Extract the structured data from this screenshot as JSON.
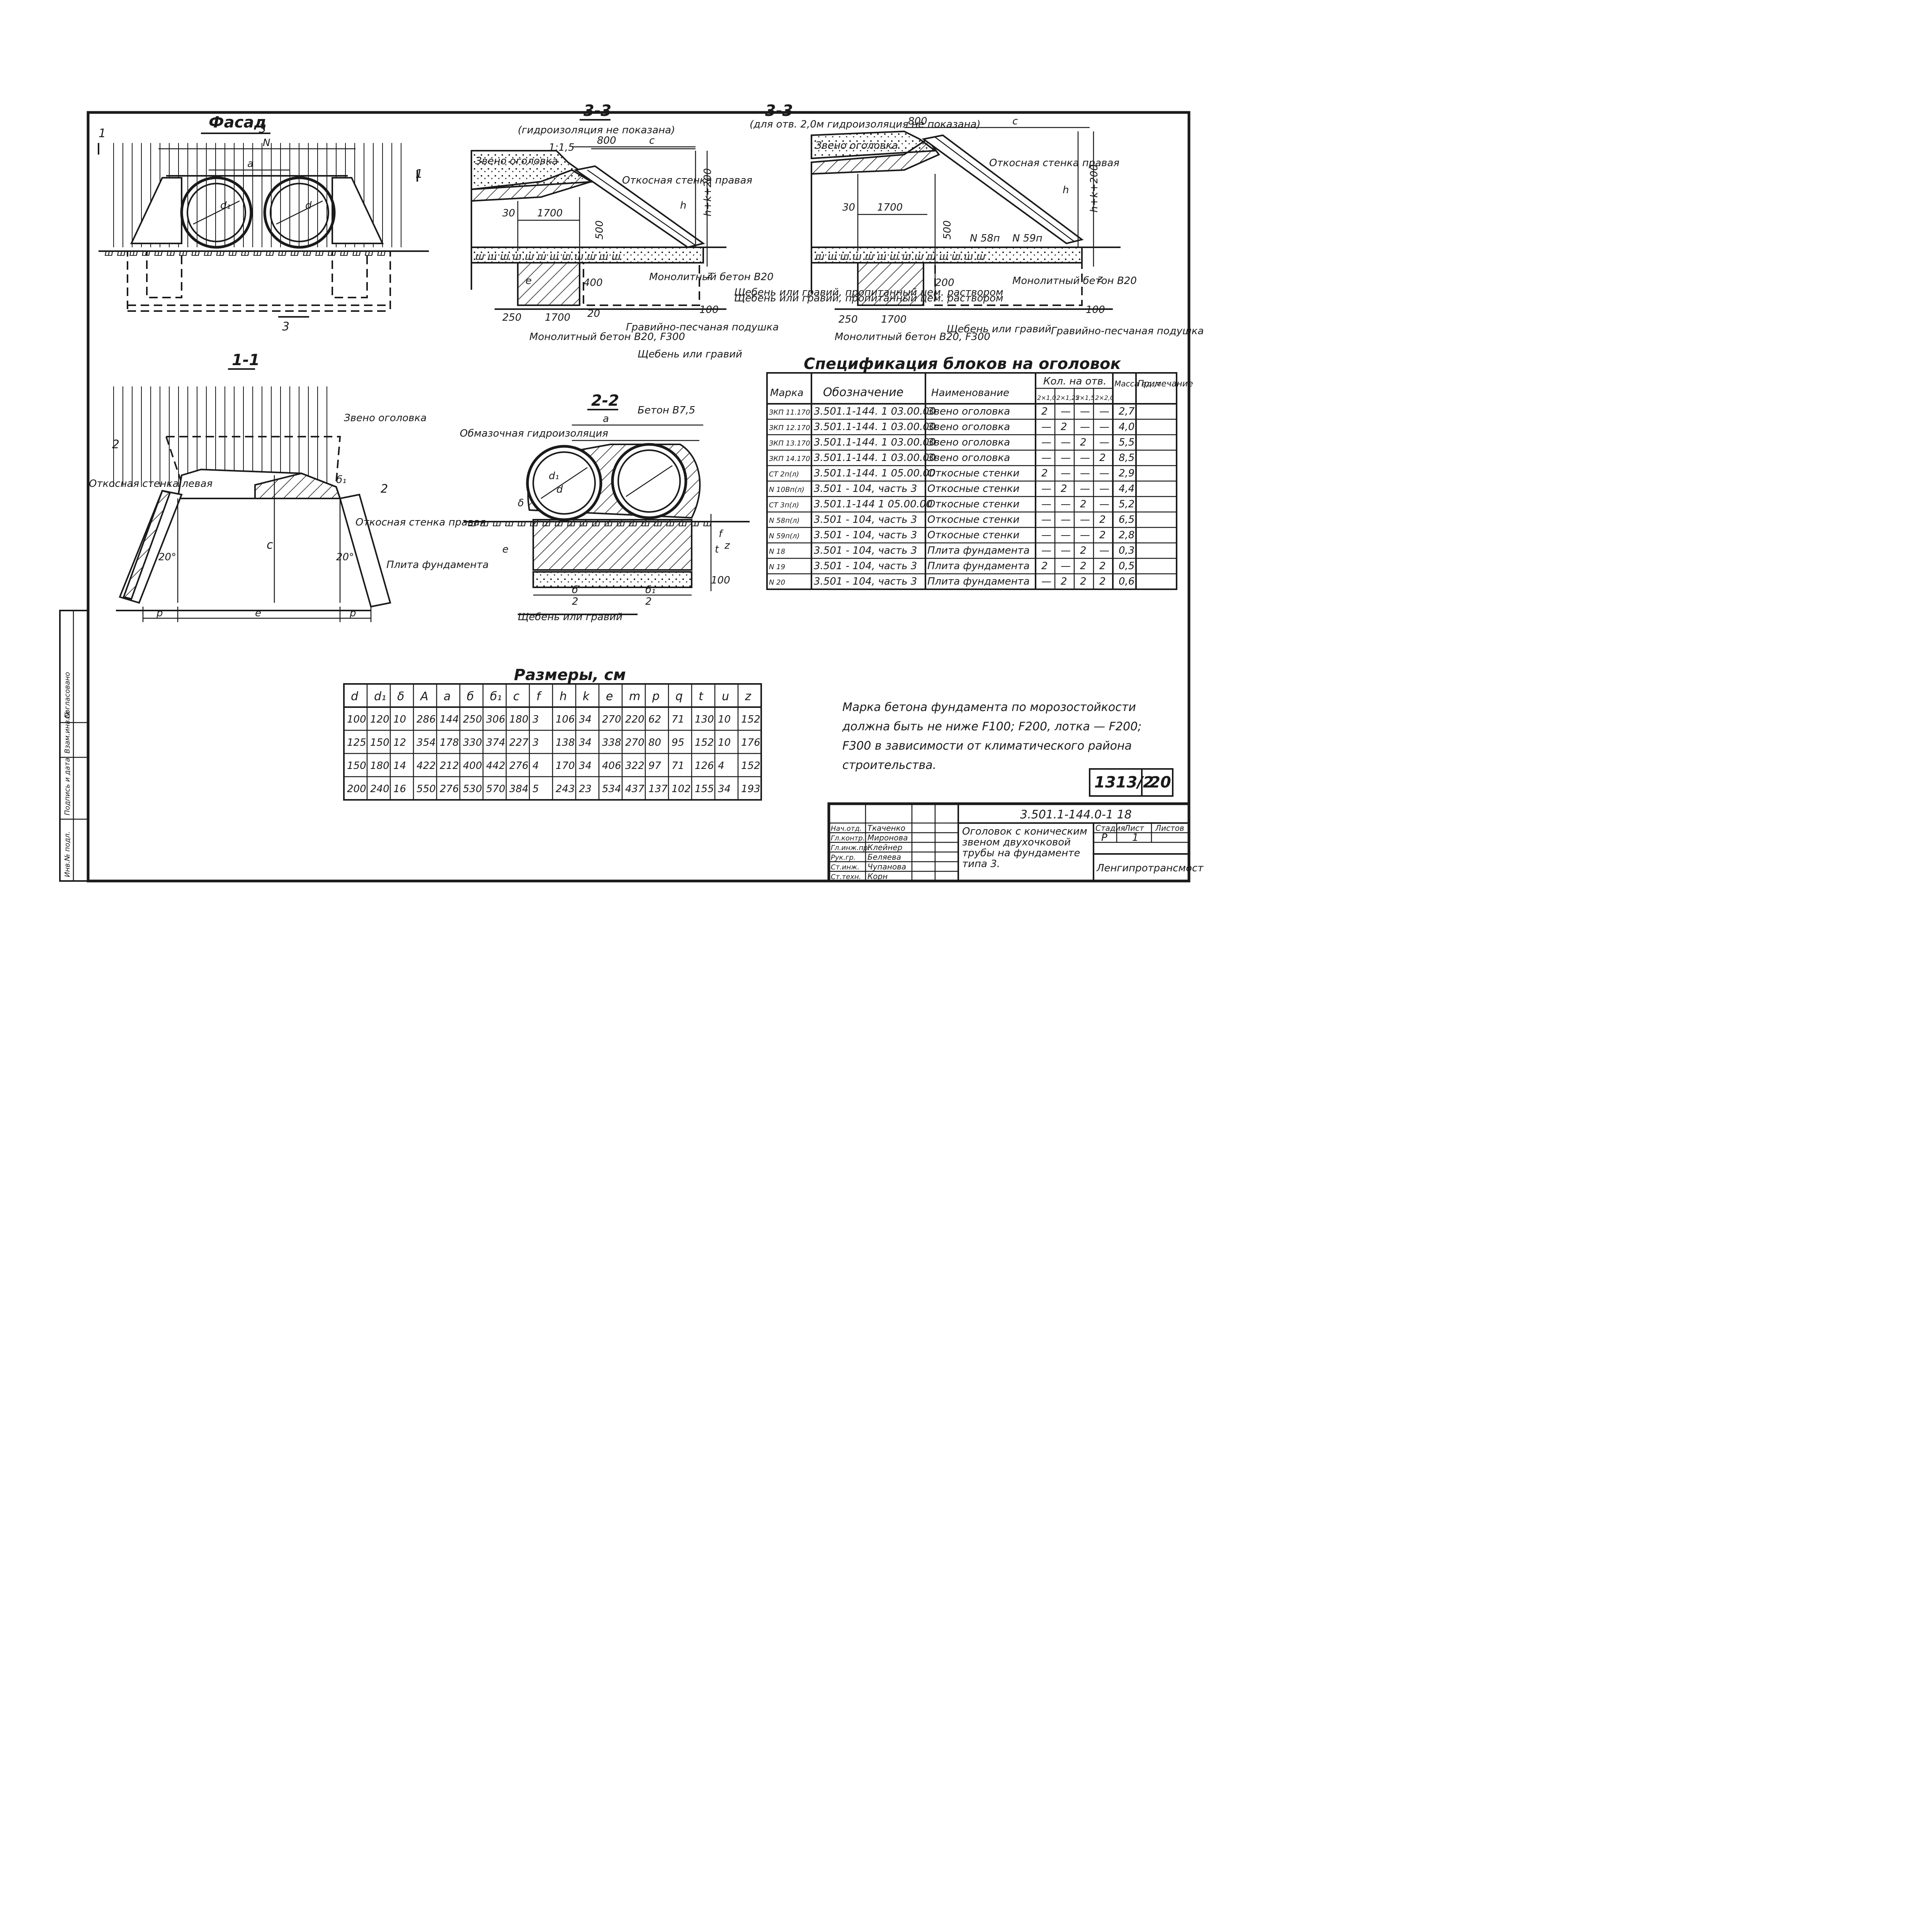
{
  "views": {
    "facade": {
      "title": "Фасад",
      "cut_left": "1",
      "cut_right": "1",
      "cut_top": "3",
      "cut_bottom": "3",
      "dim_n": "N",
      "dim_a": "a",
      "pipe_label": "d₁",
      "pipe_label2": "d",
      "hid_label": "d₁"
    },
    "section_33a": {
      "title": "3-3",
      "subtitle": "(гидроизоляция не показана)",
      "dims": {
        "d800": "800",
        "c": "c",
        "d1700a": "1700",
        "d1700b": "1700",
        "d30": "30",
        "d250": "250",
        "d500": "500",
        "d400": "400",
        "d100": "100",
        "d20": "20",
        "slope": "1:1,5",
        "h": "h",
        "hk": "h+k+200",
        "e": "e",
        "z": "z"
      },
      "labels": {
        "zveno": "Звено оголовка",
        "wall": "Откосная стенка правая",
        "monolith_top": "Монолитный бетон В20",
        "gravel1": "Щебень или гравий, пропитанный цем. раствором",
        "gravel2": "Щебень или гравий",
        "sand": "Гравийно-песчаная подушка",
        "monolith_bot": "Монолитный бетон В20, F300"
      }
    },
    "section_33b": {
      "title": "3-3",
      "subtitle": "(для отв. 2,0м гидроизоляция не показана)",
      "dims": {
        "d800": "800",
        "c": "c",
        "d1700a": "1700",
        "d1700b": "1700",
        "d30": "30",
        "d250": "250",
        "d500": "500",
        "d200": "200",
        "d100": "100",
        "h": "h",
        "hk": "h+k+200",
        "z": "z",
        "n58": "N 58п",
        "n59": "N 59п"
      },
      "labels": {
        "zveno": "Звено оголовка",
        "wall": "Откосная стенка правая",
        "monolith_top": "Монолитный бетон В20",
        "gravel1": "Щебень или гравий, пропитанный цем. раствором",
        "gravel2": "Щебень или гравий",
        "sand": "Гравийно-песчаная подушка",
        "monolith_bot": "Монолитный бетон В20, F300"
      }
    },
    "section_11": {
      "title": "1-1",
      "labels": {
        "zveno": "Звено оголовка",
        "wall_left": "Откосная стенка левая",
        "wall_right": "Откосная стенка правая",
        "plate": "Плита фундамента",
        "cut": "2",
        "cut2": "2"
      },
      "dims": {
        "c": "c",
        "p_left": "p",
        "e": "e",
        "p_right": "p",
        "a20a": "20°",
        "a20b": "20°",
        "b1": "б₁"
      }
    },
    "section_22": {
      "title": "2-2",
      "labels": {
        "concrete": "Бетон В7,5",
        "waterproof": "Обмазочная гидроизоляция",
        "gravel": "Щебень или гравий"
      },
      "dims": {
        "a": "a",
        "d1": "d₁",
        "d": "d",
        "delta": "δ",
        "b": "б",
        "b1": "б₁",
        "two_a": "2",
        "two_b": "2",
        "e": "e",
        "z": "z",
        "f": "f",
        "d100": "100",
        "t": "t"
      }
    }
  },
  "spec_table": {
    "title": "Спецификация блоков на оголовок",
    "headers": {
      "mark": "Марка",
      "designation": "Обозначение",
      "name": "Наименование",
      "qty": "Кол. на отв.",
      "mass": "Масса ед.,т",
      "note": "Примечание"
    },
    "qty_sub": [
      "2×1,0",
      "2×1,25",
      "2×1,5",
      "2×2,0"
    ],
    "rows": [
      {
        "mark": "ЗКП 11.170",
        "designation": "3.501.1-144. 1 03.00.00",
        "name": "Звено оголовка",
        "q": [
          "2",
          "—",
          "—",
          "—"
        ],
        "mass": "2,7"
      },
      {
        "mark": "ЗКП 12.170",
        "designation": "3.501.1-144. 1 03.00.00",
        "name": "Звено оголовка",
        "q": [
          "—",
          "2",
          "—",
          "—"
        ],
        "mass": "4,0"
      },
      {
        "mark": "ЗКП 13.170",
        "designation": "3.501.1-144. 1 03.00.00",
        "name": "Звено оголовка",
        "q": [
          "—",
          "—",
          "2",
          "—"
        ],
        "mass": "5,5"
      },
      {
        "mark": "ЗКП 14.170",
        "designation": "3.501.1-144. 1 03.00.00",
        "name": "Звено оголовка",
        "q": [
          "—",
          "—",
          "—",
          "2"
        ],
        "mass": "8,5"
      },
      {
        "mark": "СТ 2п(л)",
        "designation": "3.501.1-144. 1 05.00.00",
        "name": "Откосные стенки",
        "q": [
          "2",
          "—",
          "—",
          "—"
        ],
        "mass": "2,9"
      },
      {
        "mark": "N 10Вп(л)",
        "designation": "3.501 - 104, часть 3",
        "name": "Откосные стенки",
        "q": [
          "—",
          "2",
          "—",
          "—"
        ],
        "mass": "4,4"
      },
      {
        "mark": "СТ 3п(л)",
        "designation": "3.501.1-144 1 05.00.00",
        "name": "Откосные стенки",
        "q": [
          "—",
          "—",
          "2",
          "—"
        ],
        "mass": "5,2"
      },
      {
        "mark": "N 58п(л)",
        "designation": "3.501 - 104, часть 3",
        "name": "Откосные стенки",
        "q": [
          "—",
          "—",
          "—",
          "2"
        ],
        "mass": "6,5"
      },
      {
        "mark": "N 59п(л)",
        "designation": "3.501 - 104, часть 3",
        "name": "Откосные стенки",
        "q": [
          "—",
          "—",
          "—",
          "2"
        ],
        "mass": "2,8"
      },
      {
        "mark": "N 18",
        "designation": "3.501 - 104, часть 3",
        "name": "Плита фундамента",
        "q": [
          "—",
          "—",
          "2",
          "—"
        ],
        "mass": "0,3"
      },
      {
        "mark": "N 19",
        "designation": "3.501 - 104, часть 3",
        "name": "Плита фундамента",
        "q": [
          "2",
          "—",
          "2",
          "2"
        ],
        "mass": "0,5"
      },
      {
        "mark": "N 20",
        "designation": "3.501 - 104, часть 3",
        "name": "Плита фундамента",
        "q": [
          "—",
          "2",
          "2",
          "2"
        ],
        "mass": "0,6"
      }
    ]
  },
  "dims_table": {
    "title": "Размеры, см",
    "headers": [
      "d",
      "d₁",
      "δ",
      "A",
      "a",
      "б",
      "б₁",
      "c",
      "f",
      "h",
      "k",
      "e",
      "m",
      "p",
      "q",
      "t",
      "u",
      "z"
    ],
    "rows": [
      [
        "100",
        "120",
        "10",
        "286",
        "144",
        "250",
        "306",
        "180",
        "3",
        "106",
        "34",
        "270",
        "220",
        "62",
        "71",
        "130",
        "10",
        "152"
      ],
      [
        "125",
        "150",
        "12",
        "354",
        "178",
        "330",
        "374",
        "227",
        "3",
        "138",
        "34",
        "338",
        "270",
        "80",
        "95",
        "152",
        "10",
        "176"
      ],
      [
        "150",
        "180",
        "14",
        "422",
        "212",
        "400",
        "442",
        "276",
        "4",
        "170",
        "34",
        "406",
        "322",
        "97",
        "71",
        "126",
        "4",
        "152"
      ],
      [
        "200",
        "240",
        "16",
        "550",
        "276",
        "530",
        "570",
        "384",
        "5",
        "243",
        "23",
        "534",
        "437",
        "137",
        "102",
        "155",
        "34",
        "193"
      ]
    ]
  },
  "note": {
    "lines": [
      "Марка бетона фундамента по морозостойкости",
      "должна быть не ниже F100; F200, лотка — F200;",
      "F300 в зависимости от климатического района",
      "строительства."
    ]
  },
  "stamp": {
    "code_box": "1313/2",
    "sheet_box": "20",
    "doc_code": "3.501.1-144.0-1 18",
    "title_lines": [
      "Оголовок с коническим",
      "звеном двухочковой",
      "трубы на фундаменте",
      "типа 3."
    ],
    "stage_hdr": "Стадия",
    "sheet_hdr": "Лист",
    "sheets_hdr": "Листов",
    "stage": "Р",
    "sheet": "1",
    "org": "Ленгипротрансмост",
    "people": [
      {
        "role": "Нач.отд.",
        "name": "Ткаченко"
      },
      {
        "role": "Гл.контр.",
        "name": "Миронова"
      },
      {
        "role": "Гл.инж.пр.",
        "name": "Клейнер"
      },
      {
        "role": "Рук.гр.",
        "name": "Беляева"
      },
      {
        "role": "Ст.инж.",
        "name": "Чупанова"
      },
      {
        "role": "Ст.техн.",
        "name": "Корн"
      }
    ]
  },
  "side_stamp": {
    "labels": [
      "Согласовано",
      "Взам.инв.№",
      "Подпись и дата",
      "Инв.№ подл."
    ]
  }
}
